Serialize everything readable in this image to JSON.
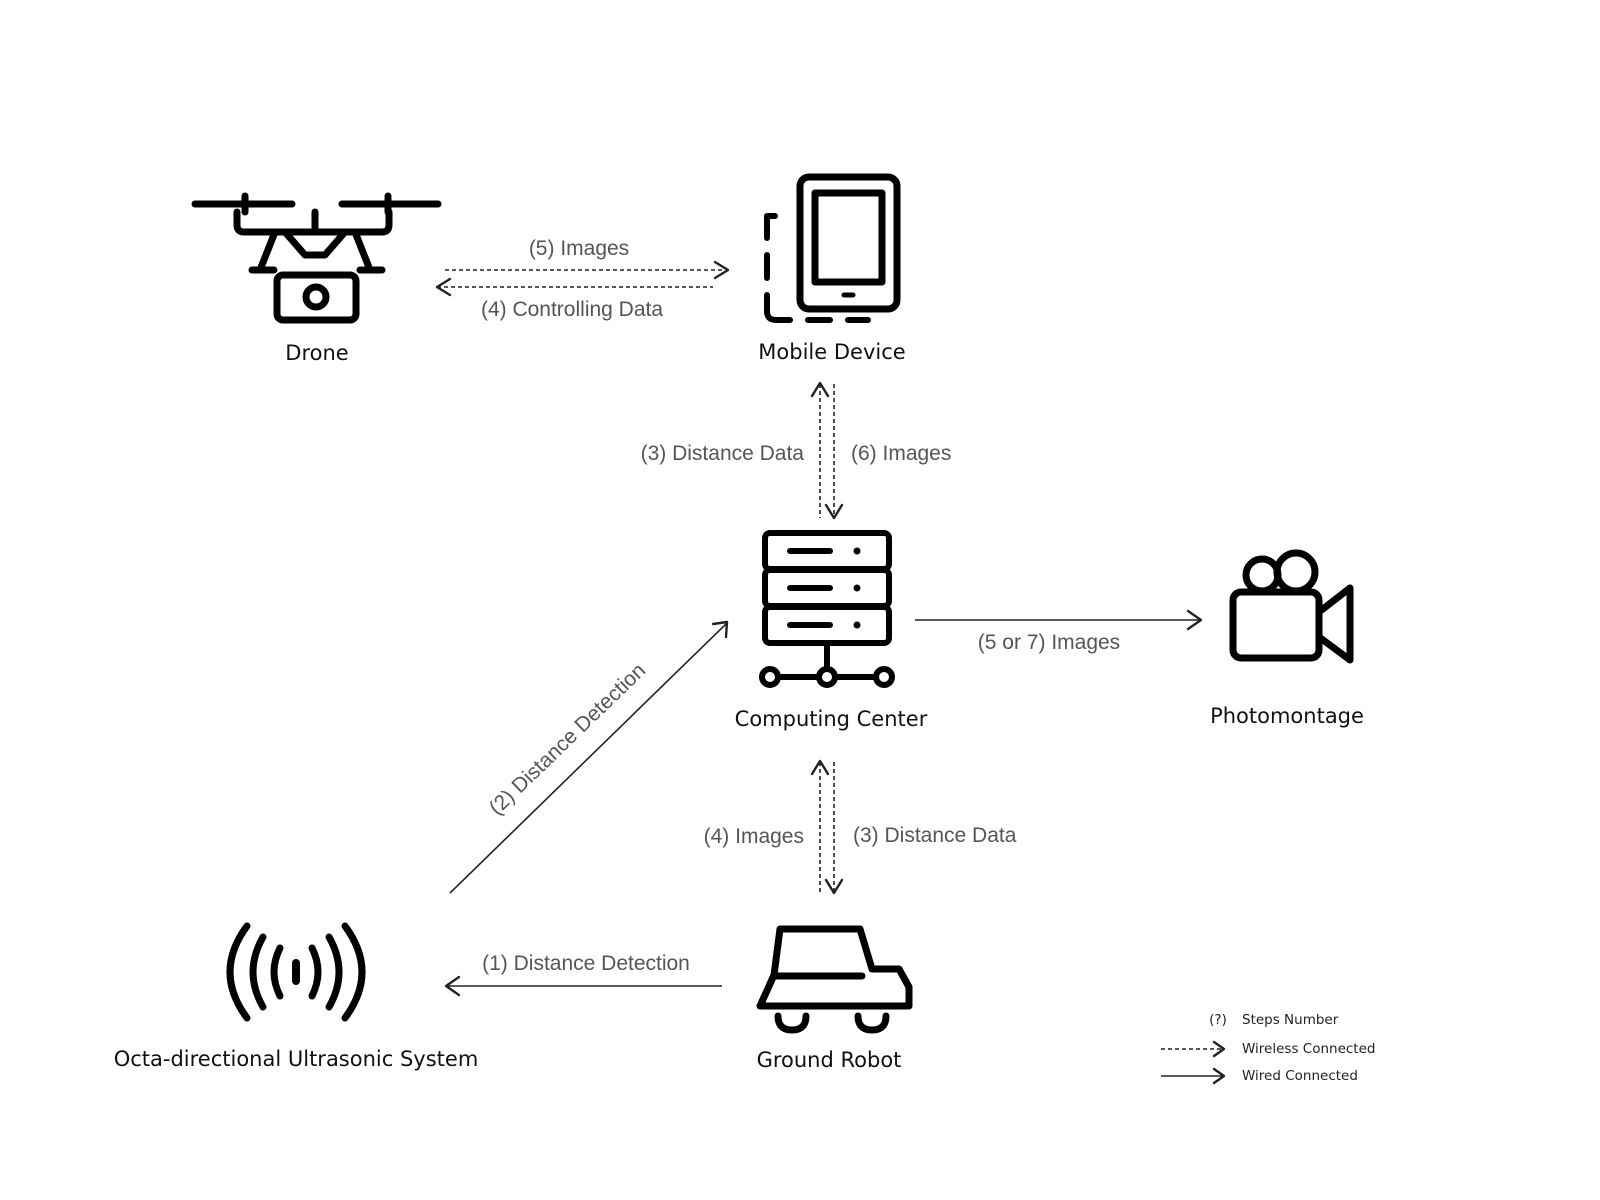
{
  "nodes": {
    "drone": {
      "label": "Drone",
      "icon": "drone-icon"
    },
    "mobile": {
      "label": "Mobile Device",
      "icon": "tablet-icon"
    },
    "computing": {
      "label": "Computing Center",
      "icon": "server-icon"
    },
    "photomontage": {
      "label": "Photomontage",
      "icon": "video-camera-icon"
    },
    "ultrasonic": {
      "label": "Octa-directional Ultrasonic System",
      "icon": "signal-waves-icon"
    },
    "robot": {
      "label": "Ground Robot",
      "icon": "car-icon"
    }
  },
  "edges": [
    {
      "id": "drone-mobile-images",
      "label": "(5) Images",
      "from": "drone",
      "to": "mobile",
      "style": "wireless"
    },
    {
      "id": "mobile-drone-control",
      "label": "(4) Controlling Data",
      "from": "mobile",
      "to": "drone",
      "style": "wireless"
    },
    {
      "id": "computing-mobile-distance",
      "label": "(3) Distance Data",
      "from": "computing",
      "to": "mobile",
      "style": "wireless"
    },
    {
      "id": "mobile-computing-images",
      "label": "(6) Images",
      "from": "mobile",
      "to": "computing",
      "style": "wireless"
    },
    {
      "id": "computing-photomontage",
      "label": "(5 or 7)  Images",
      "from": "computing",
      "to": "photomontage",
      "style": "wired"
    },
    {
      "id": "ultrasonic-computing",
      "label": "(2) Distance Detection",
      "from": "ultrasonic",
      "to": "computing",
      "style": "wired"
    },
    {
      "id": "robot-computing-images",
      "label": "(4) Images",
      "from": "robot",
      "to": "computing",
      "style": "wireless"
    },
    {
      "id": "computing-robot-distance",
      "label": "(3) Distance Data",
      "from": "computing",
      "to": "robot",
      "style": "wireless"
    },
    {
      "id": "robot-ultrasonic",
      "label": "(1) Distance Detection",
      "from": "robot",
      "to": "ultrasonic",
      "style": "wired"
    }
  ],
  "legend": {
    "steps": {
      "symbol": "(?)",
      "label": "Steps Number"
    },
    "wireless": {
      "label": "Wireless Connected"
    },
    "wired": {
      "label": "Wired Connected"
    }
  }
}
